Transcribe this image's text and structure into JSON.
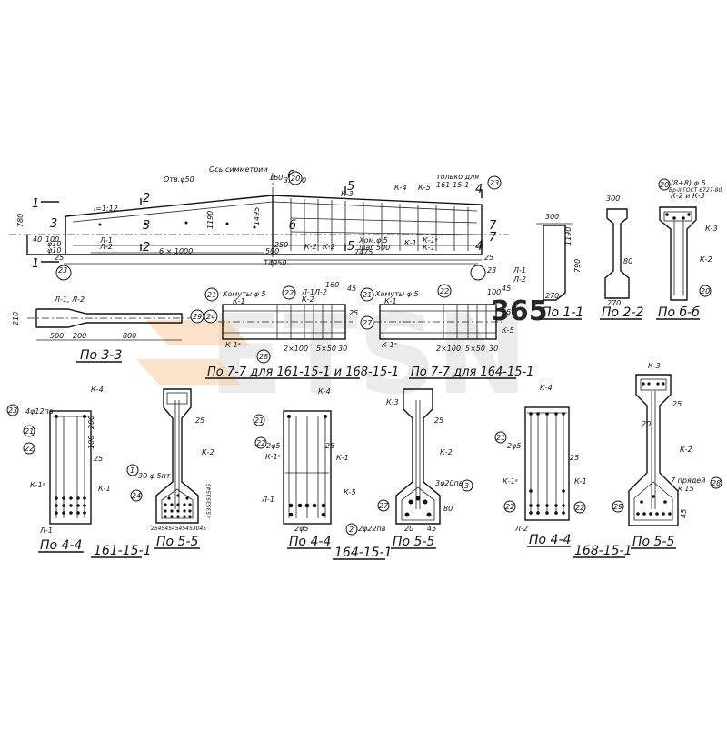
{
  "watermark": {
    "text": "ETSN",
    "accent": "#f2a65a",
    "tag": "365"
  },
  "elevation": {
    "axis_label": "Ось симметрии",
    "slope": "i=1:12",
    "hole_note": "Отв.φ50",
    "top_dim": "3х150",
    "dim_6x1000": "6 × 1000",
    "dim_total": "14950",
    "dim_500": "500",
    "dim_7475": "7475",
    "stirrup_note_1": "Хом.φ 5",
    "stirrup_note_2": "шаг 500",
    "only_for_1": "только для",
    "only_for_2": "161-15-1",
    "h780": "780",
    "h1495": "1495",
    "h1190": "1190",
    "h250": "250",
    "v40": "40",
    "v100": "100",
    "v160": "160",
    "d25": "25",
    "d23": "23",
    "d25r": "25",
    "d23r": "23",
    "phi10_1": "φ10",
    "phi10_2": "φ10",
    "k1": "К-1",
    "k2": "К-2",
    "k3": "К-3",
    "k4": "К-4",
    "k5": "К-5",
    "k1a": "К-1ᵃ",
    "kk2": "К-2",
    "kk1": "К-1",
    "l1": "Л-1",
    "l2": "Л-2",
    "cut_1": "1",
    "cut_1b": "1",
    "cut_2": "2",
    "cut_2b": "2",
    "cut_3": "3",
    "cut_3b": "3",
    "cut_5": "5",
    "cut_5b": "5",
    "cut_6": "6",
    "cut_6b": "б",
    "cut_4": "4",
    "cut_4b": "4",
    "cut_7": "7",
    "cut_7b": "7",
    "bubble_20": "20",
    "bubble_23": "23"
  },
  "section_1_1": {
    "caption": "По 1-1",
    "w300": "300",
    "h790": "790",
    "h190": "1190",
    "w270": "270",
    "l1": "Л-1",
    "l2": "Л-2"
  },
  "section_2_2": {
    "caption": "По 2-2",
    "w300": "300",
    "w270": "270",
    "h80": "80"
  },
  "section_6_6": {
    "caption": "По б-б",
    "note_1": "(8+8) φ 5",
    "note_2": "Вр-II ГОСТ 6727-80",
    "note_3": "К-2 и К-3",
    "k3": "К-3",
    "k2": "К-2",
    "b20a": "20",
    "b20b": "20"
  },
  "plan_3_3": {
    "caption": "По 3-3",
    "label": "Л-1, Л-2",
    "d210": "210",
    "d500": "500",
    "d200": "200",
    "d800": "800",
    "b29": "29",
    "b24": "24"
  },
  "plan_7_7a": {
    "caption": "По 7-7 для 161-15-1 и 168-15-1",
    "hom": "Хомуты φ 5",
    "k1": "К-1",
    "k1a": "К-1ᵃ",
    "k2": "К-2",
    "l1": "Л-1",
    "l2": "Л-2",
    "d160": "160",
    "d45": "45",
    "d25": "25",
    "d2x100": "2×100",
    "d5x50": "5×50",
    "d30": "30",
    "b21": "21",
    "b22": "22",
    "b28": "28"
  },
  "plan_7_7b": {
    "caption": "По 7-7 для 164-15-1",
    "hom": "Хомуты φ 5",
    "k1": "К-1",
    "k1a": "К-1ᵃ",
    "k5": "К-5",
    "d100": "100",
    "d25": "25",
    "d45": "45",
    "d2x100": "2×100",
    "d5x50": "5×50",
    "d30": "30",
    "b21": "21",
    "b22": "22",
    "b27": "27"
  },
  "group_161": {
    "label": "161-15-1",
    "sec44": {
      "caption": "По 4-4",
      "k4": "К-4",
      "k1a": "К-1ᵃ",
      "k1": "К-1",
      "l1": "Л-1",
      "note": "4φ12пв",
      "d25": "25",
      "d100": "100",
      "d200": "200",
      "b23": "23",
      "b21": "21",
      "b22": "22"
    },
    "sec55": {
      "caption": "По 5-5",
      "k2": "К-2",
      "note": "30 φ 5пт",
      "d25": "25",
      "dims": "2545454545453045",
      "vdims": "4535353545",
      "b1": "1",
      "b24": "24"
    }
  },
  "group_164": {
    "label": "164-15-1",
    "sec44": {
      "caption": "По 4-4",
      "k4": "К-4",
      "k1a": "К-1ᵃ",
      "k1": "К-1",
      "k5": "К-5",
      "l1": "Л-1",
      "d2phi5": "2φ5",
      "d25": "25",
      "d2x45": "2φ5",
      "b21": "21",
      "b22": "22"
    },
    "sec55": {
      "caption": "По 5-5",
      "k3": "К-3",
      "k2": "К-2",
      "note": "3φ20пв",
      "note2": "2φ22пв",
      "d25": "25",
      "d20": "20",
      "d80": "80",
      "d45": "45",
      "b27": "27",
      "b2": "2",
      "b3": "3"
    }
  },
  "group_168": {
    "label": "168-15-1",
    "sec44": {
      "caption": "По 4-4",
      "k4": "К-4",
      "k1a": "К-1ᵃ",
      "k1": "К-1",
      "l2": "Л-2",
      "d2phi5": "2φ5",
      "d25": "25",
      "b21": "21",
      "b22a": "22",
      "b22b": "22"
    },
    "sec55": {
      "caption": "По 5-5",
      "k3": "К-3",
      "k2": "К-2",
      "note": "7 прядей",
      "note2": "к 15",
      "d25": "25",
      "d20": "20",
      "d45": "45",
      "b29": "29",
      "b28": "28"
    }
  }
}
